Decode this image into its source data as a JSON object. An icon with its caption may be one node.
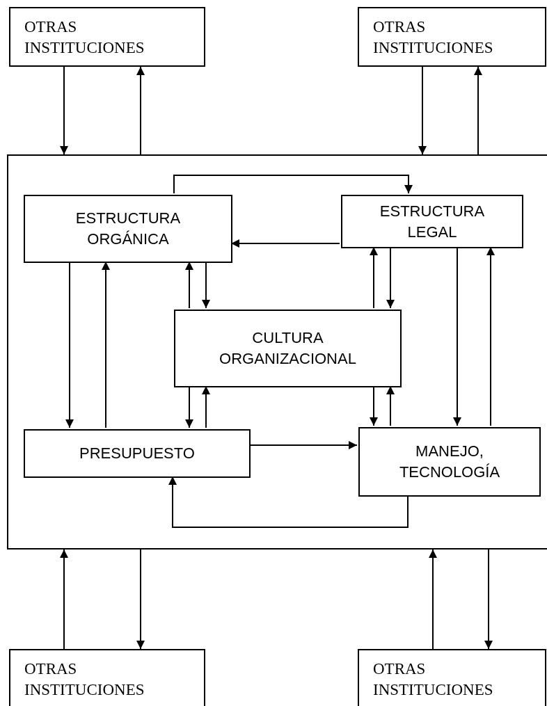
{
  "diagram": {
    "nodes": [
      {
        "text": [
          "OTRAS INSTITUCIONES"
        ]
      },
      {
        "text": [
          "OTRAS INSTITUCIONES"
        ]
      },
      {
        "text": [],
        "shape": "box"
      },
      {
        "text": [
          "ESTRUCTURA ORGÁNICA"
        ],
        "in": 2
      },
      {
        "text": [
          "ESTRUCTURA LEGAL"
        ],
        "in": 2
      },
      {
        "text": [
          "CULTURA ORGANIZACIONAL"
        ],
        "in": 2
      },
      {
        "text": [
          "PRESUPUESTO"
        ],
        "in": 2
      },
      {
        "text": [
          "MANEJO, TECNOLOGÍA"
        ],
        "in": 2
      },
      {
        "text": [
          "OTRAS INSTITUCIONES"
        ]
      },
      {
        "text": [
          "OTRAS INSTITUCIONES"
        ]
      }
    ],
    "edges": [
      {
        "from": 0,
        "to": 2,
        "arrow": "to"
      },
      {
        "from": 2,
        "to": 0,
        "arrow": "to"
      },
      {
        "from": 1,
        "to": 2,
        "arrow": "to"
      },
      {
        "from": 2,
        "to": 1,
        "arrow": "to"
      },
      {
        "from": 3,
        "to": 4,
        "arrow": "to"
      },
      {
        "from": 4,
        "to": 3,
        "arrow": "to"
      },
      {
        "from": 3,
        "to": 6,
        "arrow": "to"
      },
      {
        "from": 6,
        "to": 3,
        "arrow": "to"
      },
      {
        "from": 5,
        "to": 3,
        "arrow": "to"
      },
      {
        "from": 3,
        "to": 5,
        "arrow": "to"
      },
      {
        "from": 5,
        "to": 4,
        "arrow": "to"
      },
      {
        "from": 4,
        "to": 5,
        "arrow": "to"
      },
      {
        "from": 4,
        "to": 7,
        "arrow": "to"
      },
      {
        "from": 7,
        "to": 4,
        "arrow": "to"
      },
      {
        "from": 5,
        "to": 6,
        "arrow": "to"
      },
      {
        "from": 6,
        "to": 5,
        "arrow": "to"
      },
      {
        "from": 5,
        "to": 7,
        "arrow": "to"
      },
      {
        "from": 7,
        "to": 5,
        "arrow": "to"
      },
      {
        "from": 6,
        "to": 7,
        "arrow": "to"
      },
      {
        "from": 7,
        "to": 6,
        "arrow": "to"
      },
      {
        "from": 8,
        "to": 2,
        "arrow": "to"
      },
      {
        "from": 2,
        "to": 8,
        "arrow": "to"
      },
      {
        "from": 9,
        "to": 2,
        "arrow": "to"
      },
      {
        "from": 2,
        "to": 9,
        "arrow": "to"
      }
    ]
  }
}
